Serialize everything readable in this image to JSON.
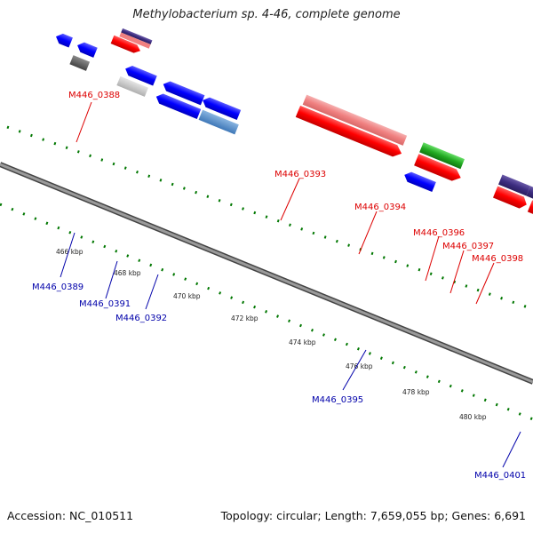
{
  "title": "Methylobacterium sp. 4-46, complete genome",
  "footer": {
    "accession": "Accession: NC_010511",
    "summary": "Topology: circular; Length: 7,659,055 bp; Genes: 6,691"
  },
  "ticks": [
    "466 kbp",
    "468 kbp",
    "470 kbp",
    "472 kbp",
    "474 kbp",
    "476 kbp",
    "478 kbp",
    "480 kbp"
  ],
  "genes_forward": [
    "M446_0388",
    "M446_0393",
    "M446_0394",
    "M446_0396",
    "M446_0397",
    "M446_0398"
  ],
  "genes_reverse": [
    "M446_0389",
    "M446_0391",
    "M446_0392",
    "M446_0395",
    "M446_0401"
  ],
  "colors": {
    "forward_label": "#dd0000",
    "reverse_label": "#0000aa",
    "forward_cds": "#ff0000",
    "reverse_cds": "#0000ff",
    "tick": "#007700",
    "backbone": "#777777"
  }
}
